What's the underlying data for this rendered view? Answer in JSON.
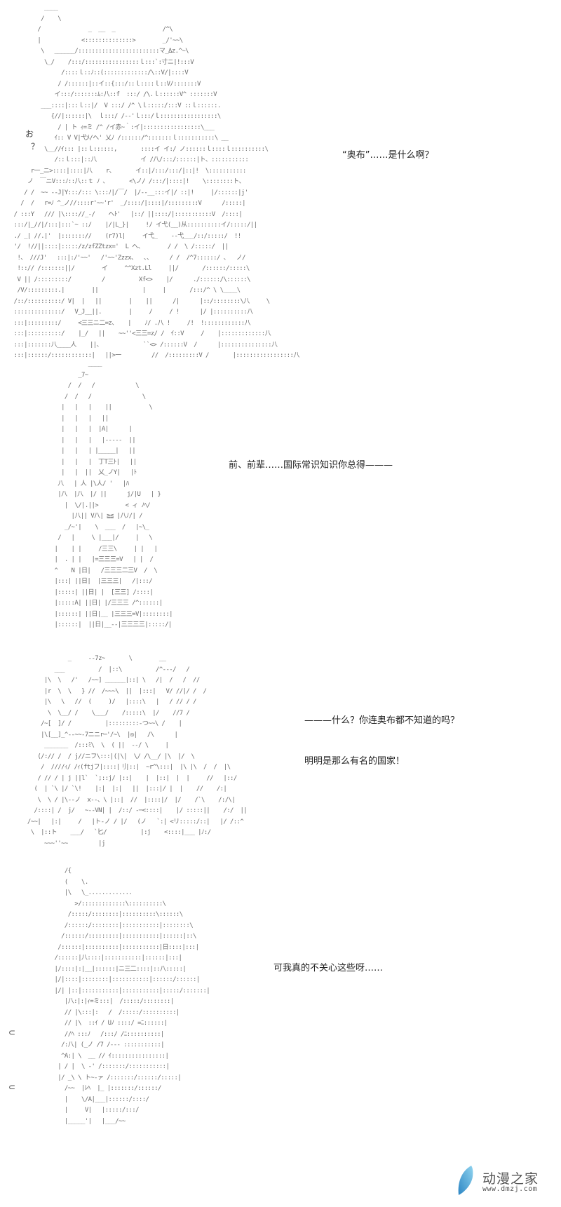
{
  "page": {
    "type": "ascii-art manga page",
    "background": "#ffffff"
  },
  "panels": [
    {
      "id": 1,
      "aside": [
        "お",
        "？"
      ],
      "dialogue": "“奥布”……是什么啊？",
      "art": "           ____\n          /    \\\n         /              _  __  _              /^\\\n         |            <::::::::::::::>        _/'~~\\\n          \\   ______/::::::::::::::::::::::::マ_Δz.^~\\\n           \\_/    /:::/::::::::::::::::ｌ:::`:寸ニ|!:::V\n                /::::ｌ::ﾉ::(:::::::::::::/\\::V/|::::V\n               / /::::::|::イ::{:::/::ｌ::::ｌ::V/:::::::V\n              イ:::/:::::::ﾑ:八::f  :::/ /\\.ｌ::::::V^ :::::::V\n          ___::::|:::ｌ::|/  V :::/ /^ \\ｌ:::::/:::V ::ｌ::::::.\n             {//|::::::|\\  ｌ:::/ /-‐'ｌ:::/ｌ:::::::::::::::::\\\n               / | ト ｨ=ミ /^ /イ赤~｀:イ|:::::::::::::::::\\___\n              ｲ:: V V|弋ﾒ/へ' 乂ﾉ /::::::/^:::::::ｌ:::::::::::\\ __\n           \\__//ｲ::: |::ｌ::::::,       ::::イ イ:/ ノ::::::ｌ::::ｌ::::::::::\\\n              /::ｌ:::|::八             イ /八/:::/::::::|ト、:::::::::::\n       r一_ニ>::::|::::|八    r、      イ::|/:::/:::/|::|!  \\:::::::::::\n      ノ  ￣ニV:::ﾉ::八::ｔ ﾉ ､       <\\ノ/ /:::/|::::|!    \\::::::::ト、\n     / /  ~~ -‐J|Y:::/::: \\:::ﾉ|/￣/  |/-‐__:::イ|/ ::|!     |/::::::|j'\n    /  /   r=ﾉ ^_ノ//::::r'~~'r'  _/::::/|::::|/:::::::::V      /:::::|\n  / :::Y   /// |\\:::://_-/    へﾄ'   |::/ ||::::/|:::::::::::V  /::::|\n  :::/|_//|/:::|:::`~ ::/    |/|L_}|     !/ イ弋(__)从::::::::::イ/:::::/||\n  ./ _| //.|'  |::::::://    (r7)l|     イ弋_    ‐‐弋___/::/:::::/  !!\n  '/  !//||::::|:::::/z/zfZZtzx='  L へ、       / /  \\ /:::::/  ||\n   !、 ///J'   :::|:/'~~'   /'~~'Zzzx、  ､、     / /  /^7::::::/ 、  ノ/\n   !::// /:::::::||/        イ     ^^Xzt.Ll     ||/       /::::::/:::::\\\n   V || /:::::::::/         /          Xf<>    |/      ./::::::/\\::::::\\\n   /V/:::::::::.|        ||             |     |       /:::/^ \\ \\____\\\n  /::/::::::::::/ V|  |   ||        |    ||      /|      |::/::::::::\\八     \\\n  ::::::::::::::/   V_J__||.        |     /     / !      |/ |::::::::::八\n  :::|:::::::::/     <三三ニ二=z、   |    ﾉ/ .八 !     /!  !::::::::::::八\n  :::|::::::::::/    |_/   ||    ~~''<三三=z/ /  ｲ::V     /    |:::::::::::::八\n  :::|:::::::八____人    ||、            ``<> /::::::V  /      |:::::::::::::::八\n  :::|::::::/::::::::::::|   ||>一         //  /:::::::::V /       |:::::::::::::::::八"
    },
    {
      "id": 2,
      "dialogue": "前、前辈……国际常识知识你总得———",
      "art": "                        ____\n                     _7~\n                  /  /   /            \\\n                 /  /   /               \\\n                |   |   |    ||           \\\n                |   |   |   ||\n                |   |   |  |A|      |\n                |   |   |   |-----  ||\n                |   |   | |_____|   ||\n                |   |   |  丁T三ﾄ|   ||\n                |   |  ||  乂_ノY|   |ﾄ\n               八   | 人 |\\人/ '   |ﾊ\n               |八  |八  |/ ||      j/|U   | }\n                 |  \\/|.||>        < ィ ﾉﾍ/\n                   |八|| V八| ≧≦ |八ﾉ/| /\n                 _/~'|    \\  ___  /   |~\\_\n               /   |     \\ |___|/     |   \\\n              |    | |     /三三\\     | |   |\n              |  . | |   |=三三三=V   | |  /\n              ^    N |日|   /三三三二三V  /  \\\n              |:::| ||日|  |三三三|   /|:::/\n              |:::::| ||日| |  [三三] /::::|\n              |:::::A| ||日| |/三三三 /^::::::|\n              |::::::| ||日|__ |三三三=V|::::::::|\n              |::::::|  ||日|__--|三三三三|:::::/|"
    },
    {
      "id": 3,
      "dialogue_lines": [
        "———什么？你连奥布都不知道的吗？",
        "明明是那么有名的国家！"
      ],
      "art": "                  _     --7z~       \\        __\n              ___          /  |::\\          /^---/   /\n           |\\  \\   /'   /~~] ______|::| \\   /|  /   /  //\n           |r  \\  \\   } //  /~~~\\  ||  |:::|   V/ //|/ /  /\n           |\\   \\   //  (     )/   |::::\\   |   / // / /\n            \\  \\__/ /    \\___/    /:::::\\  |/    //7 /\n          /~[  ]/ /          |:::::::::-つ~~\\ /    |\n          |\\[__]_^--~~-7ニニr─'/~\\  |◎|   /\\      |\n           _______  /:::ﾐ\\  \\  ( ||  --/ \\     |\n         (/:// /  / j//ニフ\\:::|(|\\|  \\/ /\\__/ |\\  |/  \\\n          /  ////ｨ/ /ｨ(ftjフ|::::|刂|::|  ~r^\\:::|  |\\ |\\  /  /  |\\\n         / // / | j ||l`  `;::j/ |::|    |  |::|  |  |     //   |::/\n        (  | `\\ |/ `\\!    |:|  |:|   ||  |:::|/ |  |    //    /:|\n         \\  \\ / |\\--ノ  x--、\\ |::|  //  |::::|/  |/    /`\\    /:/\\|\n        /::::| /  j/   ~--VN| |  /::/ -─<::::|    |/ :::::||    /:/  ||\n      /~~|   |:|     /   |ト-ノ / |/   (ノ   `:| <リ:::::/::|   |/ /::^\n       \\  |::ト    ___/   `匕/          |:j    <::::|___ |ﾉ:/\n           ~~~''~~         |j"
    },
    {
      "id": 4,
      "dialogue": "可我真的不关心这些呀……",
      "aside": [
        "⊂",
        "⊂"
      ],
      "art": "                 /{\n                 (    \\.\n                 |\\   \\_.............\n                    >/:::::::::::::\\::::::::::\\\n                  /:::::/::::::::|::::::::::\\::::::\\\n                 /::::::/::::::::|:::::::::::|::::::::\\\n                /::::::/:::::::::|:::::::::::|::::::|::\\\n               /::::::|::::::::::|:::::::::::|日::::|:::|\n              /::::::|八::::|:::::::::::|::::::|:::|\n              |/::::|:|__|::::::|ニ三二::::|::八:::::|\n              |/|::::|::::::::|:::::::::::|::::::/::::::|\n              |/| |::|:::::::::::|:::::::::::|:::::/:::::::|\n                 |八:|:|ｨ=ミ:::|  /:::::/::::::::|\n                 // |\\:::|:   /  /:::::/::::::::::|\n                 // |\\  ::ｲ / Uﾉ ::::/ =ﾆ::::::|\n                 //ﾍ :::ﾉ   /:::/ /ﾆ::::::::::|\n                /:八| (_ノ /7 /--- :::::::::::|\n                ^A:| \\  __ // ｲ::::::::::::::::|\n               | / |  \\ -' /:::::::/:::::::::::|\n               |/ _\\ \\ ト~-ァ /:::::::/::::::/:::::|\n                 /~~  |ﾚﾍ  |_ |:::::::/::::::/\n                 |    \\/A|___|::::::/::::/\n                 |     V|   |:::::/:::/\n                 |_____'|   |___/~~"
    }
  ],
  "watermark": {
    "title": "动漫之家",
    "url": "www.dmzj.com",
    "icon": "wing-logo-icon",
    "colors": {
      "wing_light": "#8fd3ef",
      "wing_dark": "#2d86c4",
      "text": "#555555"
    }
  }
}
